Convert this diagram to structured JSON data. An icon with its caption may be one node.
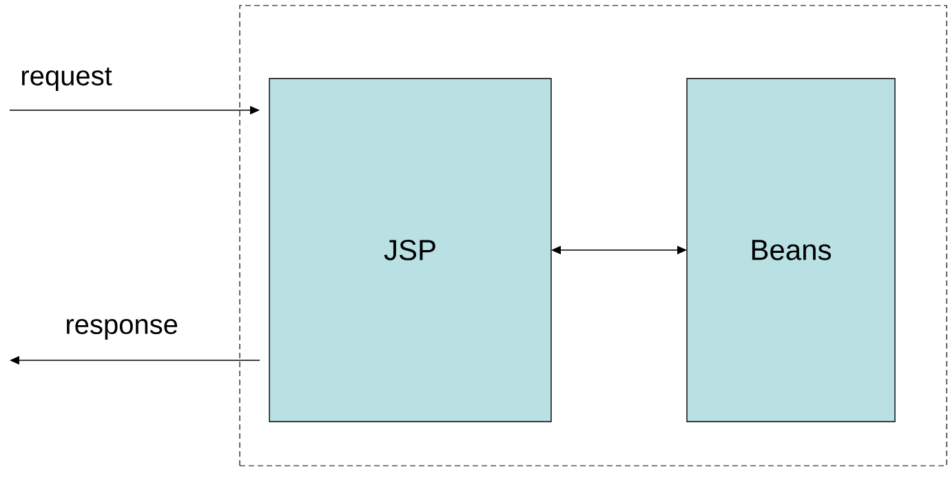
{
  "diagram": {
    "nodes": [
      {
        "text": [],
        "shape": "box"
      },
      {
        "text": [
          "JSP"
        ],
        "in": 0
      },
      {
        "text": [
          "Beans"
        ],
        "in": 0
      }
    ],
    "edges": [
      {
        "from": null,
        "to": 1,
        "arrow": "to",
        "label": "request"
      },
      {
        "from": 1,
        "to": null,
        "arrow": "to",
        "label": "response"
      },
      {
        "from": 1,
        "to": 2,
        "arrow": "both"
      }
    ]
  }
}
